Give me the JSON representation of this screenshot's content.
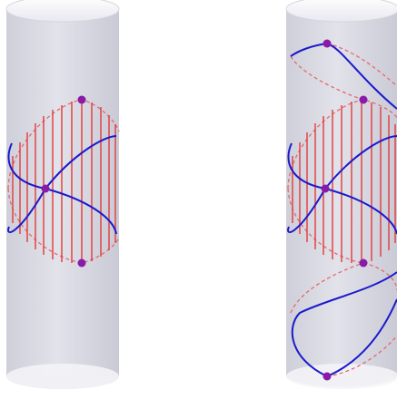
{
  "figure": {
    "left_panel": {
      "curves": [
        "helix-ascending",
        "helix-descending"
      ],
      "points": 3,
      "segments": "vertical-red-lines"
    },
    "right_panel": {
      "curves": [
        "helix-ascending",
        "helix-descending",
        "upper-loop",
        "lower-loop"
      ],
      "points": 5,
      "segments": "vertical-red-lines"
    },
    "colors": {
      "cylinder_fill": "#dcdce6",
      "cylinder_edge": "#c4c4d0",
      "cap_fill": "#eeeef4",
      "helix": "#1a1acc",
      "segments": "#e23b3b",
      "dashed_outline": "#e56a6a",
      "point": "#8a1aa8"
    }
  }
}
